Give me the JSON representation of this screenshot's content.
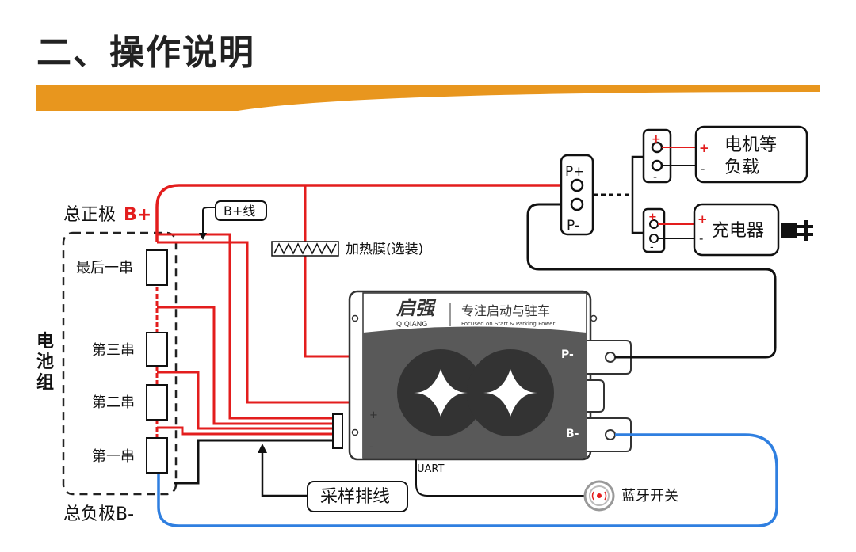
{
  "title": "二、操作说明",
  "labels": {
    "total_positive": "总正极",
    "total_positive_suffix": "B+",
    "total_negative": "总负极B-",
    "bplus_wire": "B+线",
    "heating_film": "加热膜(选装)",
    "battery_pack": [
      "电",
      "池",
      "组"
    ],
    "cells": [
      "最后一串",
      "第三串",
      "第二串",
      "第一串"
    ],
    "p_plus": "P+",
    "p_minus": "P-",
    "motor_load_line1": "电机等",
    "motor_load_line2": "负载",
    "charger": "充电器",
    "sampling_harness": "采样排线",
    "bluetooth_switch": "蓝牙开关",
    "uart": "UART",
    "bms_p_minus": "P-",
    "bms_b_minus": "B-",
    "plus_sign": "+",
    "minus_sign": "-"
  },
  "brand": {
    "logo_text": "启强",
    "logo_sub": "QIQIANG",
    "slogan": "专注启动与驻车",
    "slogan_en": "Focused on Start & Parking Power"
  },
  "colors": {
    "accent_orange": "#e8961e",
    "positive_red": "#e31d1d",
    "negative_blue": "#2f7fe0",
    "bms_gray": "#595959"
  }
}
